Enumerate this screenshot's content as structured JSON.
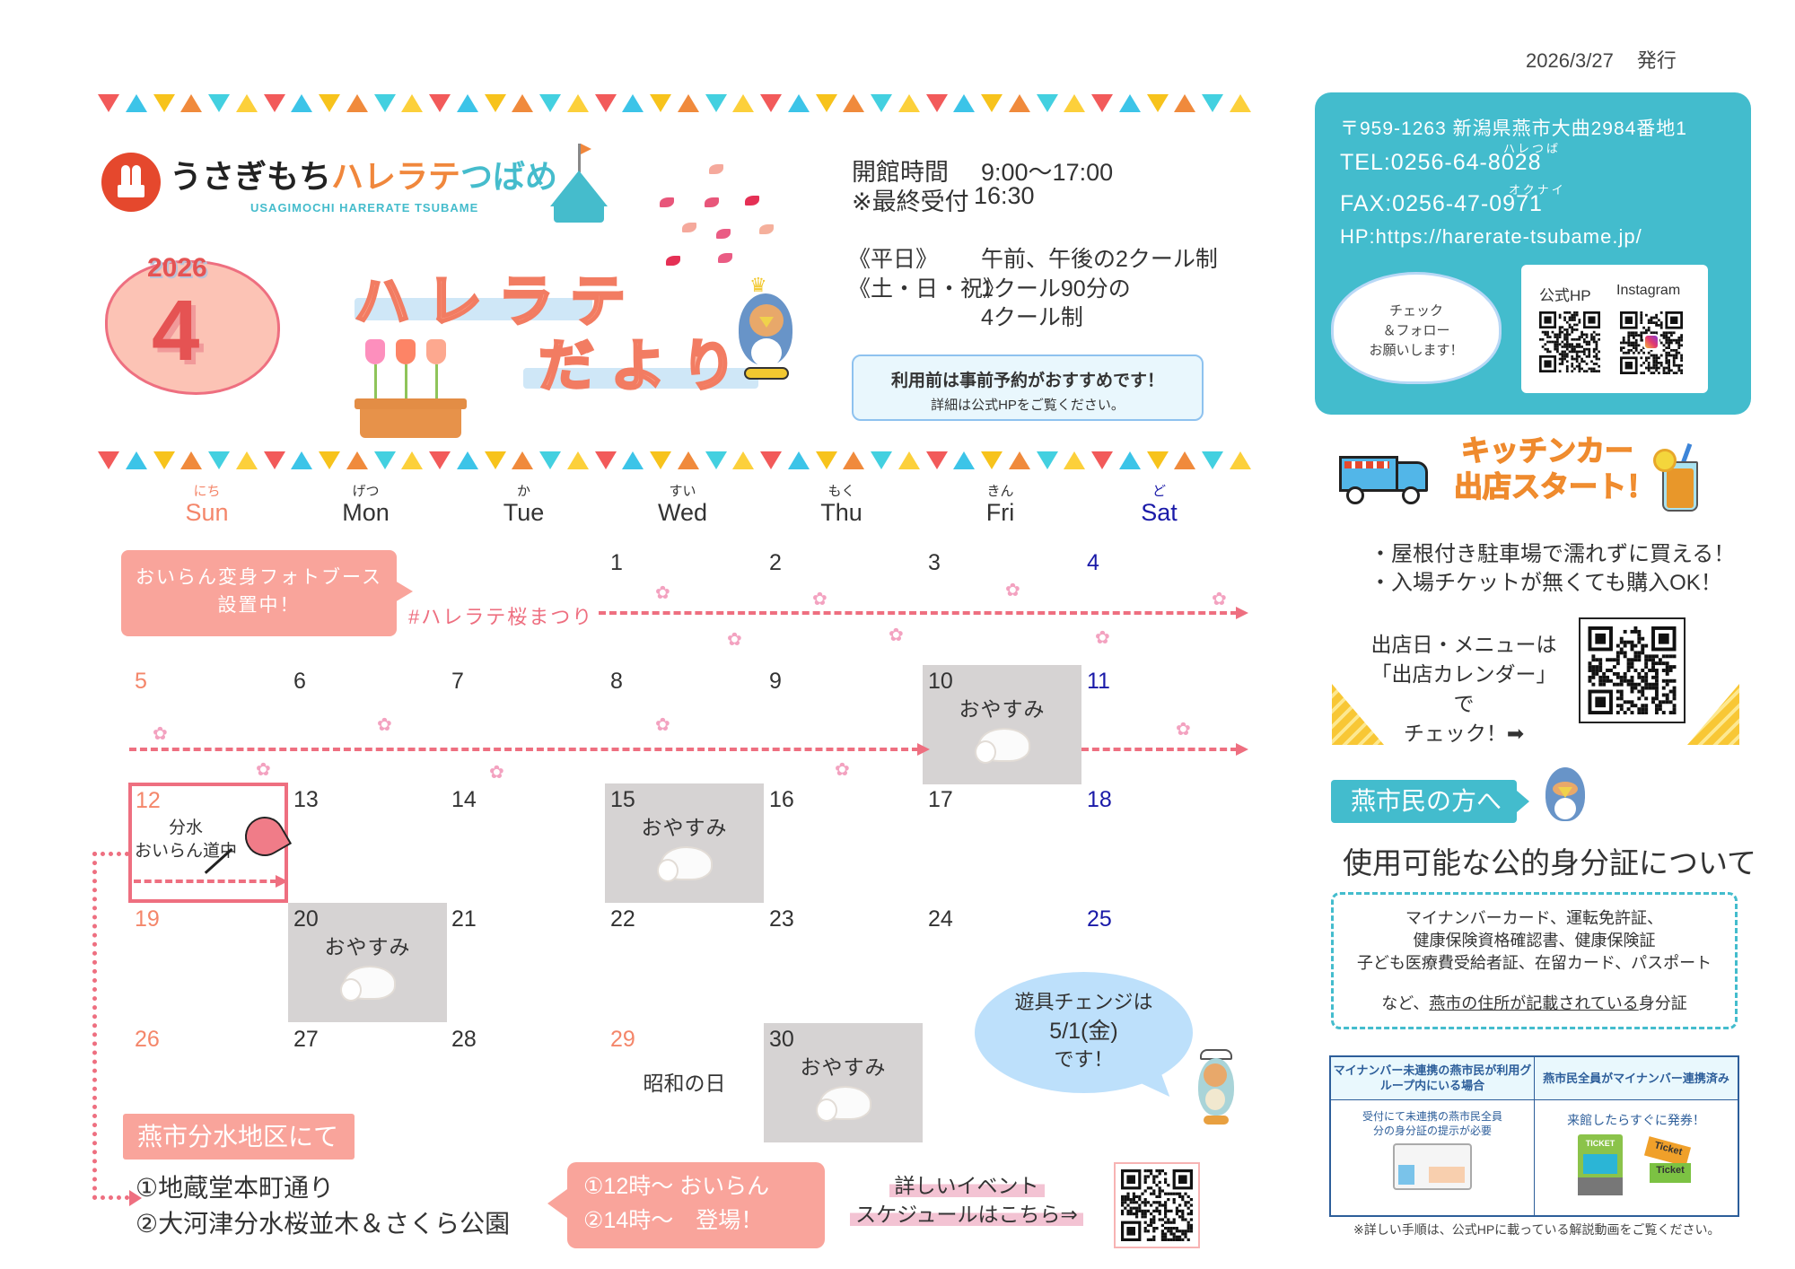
{
  "issue": {
    "date": "2026/3/27",
    "label": "発行"
  },
  "logo": {
    "name_a": "うさぎもち",
    "name_b": "ハレラテ",
    "name_c": "つばめ",
    "sub": "USAGIMOCHI HARERATE TSUBAME"
  },
  "month": {
    "year": "2026",
    "month": "4"
  },
  "title": {
    "line1": "ハレラテ",
    "line2": "だより"
  },
  "hours": {
    "open_label": "開館時間",
    "open_value": "9:00～17:00",
    "last_label": "※最終受付",
    "last_value": "16:30",
    "weekday_label": "《平日》",
    "weekday_value": "午前、午後の2クール制",
    "weekend_label": "《土・日・祝》",
    "weekend_value1": "1クール90分の",
    "weekend_value2": "4クール制"
  },
  "reserve": {
    "line1": "利用前は事前予約がおすすめです！",
    "line2": "詳細は公式HPをご覧ください。"
  },
  "info": {
    "address": "〒959-1263 新潟県燕市大曲2984番地1",
    "tel": "TEL:0256-64-8028",
    "tel_ruby": "ハレつば",
    "fax": "FAX:0256-47-0971",
    "fax_ruby": "オクナイ",
    "hp": "HP:https://harerate-tsubame.jp/",
    "cloud": [
      "チェック",
      "＆フォロー",
      "お願いします！"
    ],
    "qr_hp_label": "公式HP",
    "qr_ig_label": "Instagram"
  },
  "kitchen": {
    "title1": "キッチンカー",
    "title2": "出店スタート！",
    "bullets": [
      "・屋根付き駐車場で濡れずに買える！",
      "・入場チケットが無くても購入OK！"
    ],
    "calendar_text": [
      "出店日・メニューは",
      "「出店カレンダー」で",
      "チェック！➡"
    ]
  },
  "citizens": {
    "label": "燕市民の方へ",
    "title": "使用可能な公的身分証について",
    "ids": [
      "マイナンバーカード、運転免許証、",
      "健康保険資格確認書、健康保険証",
      "子ども医療費受給者証、在留カード、パスポート"
    ],
    "note_prefix": "など、",
    "note_underlined": "燕市の住所が記載されている",
    "note_suffix": "身分証",
    "table": {
      "headers": [
        "マイナンバー未連携の燕市民が利用グループ内にいる場合",
        "燕市民全員がマイナンバー連携済み"
      ],
      "cells": [
        "受付にて未連携の燕市民全員分の身分証の提示が必要",
        "来館したらすぐに発券！"
      ],
      "ticket_labels": [
        "TICKET",
        "Ticket",
        "Ticket"
      ]
    },
    "footnote": "※詳しい手順は、公式HPに載っている解説動画をご覧ください。"
  },
  "calendar": {
    "weekdays": [
      {
        "ruby": "にち",
        "name": "Sun",
        "color": "#f4866a"
      },
      {
        "ruby": "げつ",
        "name": "Mon",
        "color": "#333333"
      },
      {
        "ruby": "か",
        "name": "Tue",
        "color": "#333333"
      },
      {
        "ruby": "すい",
        "name": "Wed",
        "color": "#333333"
      },
      {
        "ruby": "もく",
        "name": "Thu",
        "color": "#333333"
      },
      {
        "ruby": "きん",
        "name": "Fri",
        "color": "#333333"
      },
      {
        "ruby": "ど",
        "name": "Sat",
        "color": "#1a1aa8"
      }
    ],
    "closed_label": "おやすみ",
    "weeks": [
      [
        null,
        null,
        null,
        {
          "d": 1
        },
        {
          "d": 2
        },
        {
          "d": 3
        },
        {
          "d": 4
        }
      ],
      [
        {
          "d": 5
        },
        {
          "d": 6
        },
        {
          "d": 7
        },
        {
          "d": 8
        },
        {
          "d": 9
        },
        {
          "d": 10,
          "closed": true
        },
        {
          "d": 11
        }
      ],
      [
        {
          "d": 12,
          "event": true
        },
        {
          "d": 13
        },
        {
          "d": 14
        },
        {
          "d": 15,
          "closed": true
        },
        {
          "d": 16
        },
        {
          "d": 17
        },
        {
          "d": 18
        }
      ],
      [
        {
          "d": 19
        },
        {
          "d": 20,
          "closed": true
        },
        {
          "d": 21
        },
        {
          "d": 22
        },
        {
          "d": 23
        },
        {
          "d": 24
        },
        {
          "d": 25
        }
      ],
      [
        {
          "d": 26
        },
        {
          "d": 27
        },
        {
          "d": 28
        },
        {
          "d": 29,
          "holiday": "昭和の日"
        },
        {
          "d": 30,
          "closed": true
        },
        null,
        null
      ]
    ],
    "booth": [
      "おいらん変身フォトブース",
      "設置中！"
    ],
    "hashtag": "#ハレラテ桜まつり",
    "day12_event": [
      "分水",
      "おいらん道中"
    ]
  },
  "bunsui": {
    "label": "燕市分水地区にて",
    "places": [
      "①地蔵堂本町通り",
      "②大河津分水桜並木＆さくら公園"
    ],
    "times": [
      "①12時～ おいらん",
      "②14時～　登場！"
    ],
    "schedule": [
      "詳しいイベント",
      "スケジュールはこちら⇒"
    ]
  },
  "toy_change": {
    "line1": "遊具チェンジは",
    "date": "5/1(金)",
    "line3": "です！"
  }
}
